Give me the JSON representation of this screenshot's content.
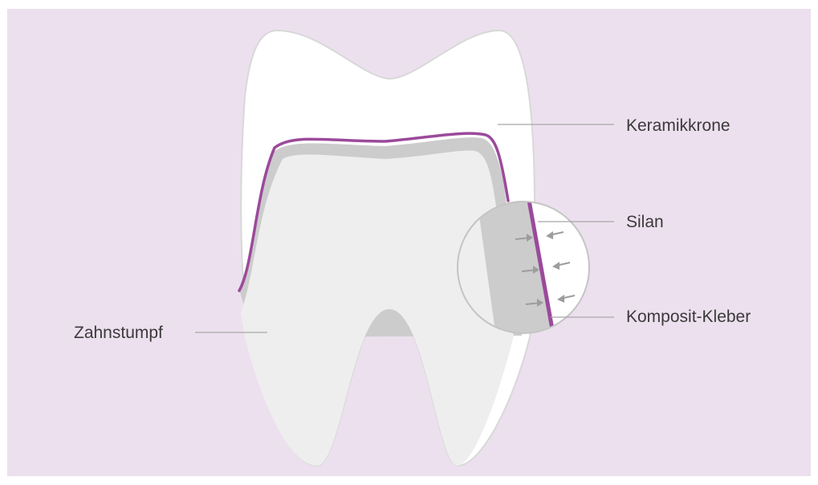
{
  "colors": {
    "background": "#ece0ee",
    "crown": "#ffffff",
    "outline": "#d8d8d8",
    "stump": "#eeeeee",
    "adhesive": "#cccccd",
    "silane": "#9b4a9b",
    "arrow": "#9d9d9d",
    "leader": "#a8a8a8",
    "label_text": "#3a3a3a"
  },
  "labels": {
    "keramikkrone": "Keramikkrone",
    "silan": "Silan",
    "komposit": "Komposit-Kleber",
    "zahnstumpf": "Zahnstumpf"
  }
}
